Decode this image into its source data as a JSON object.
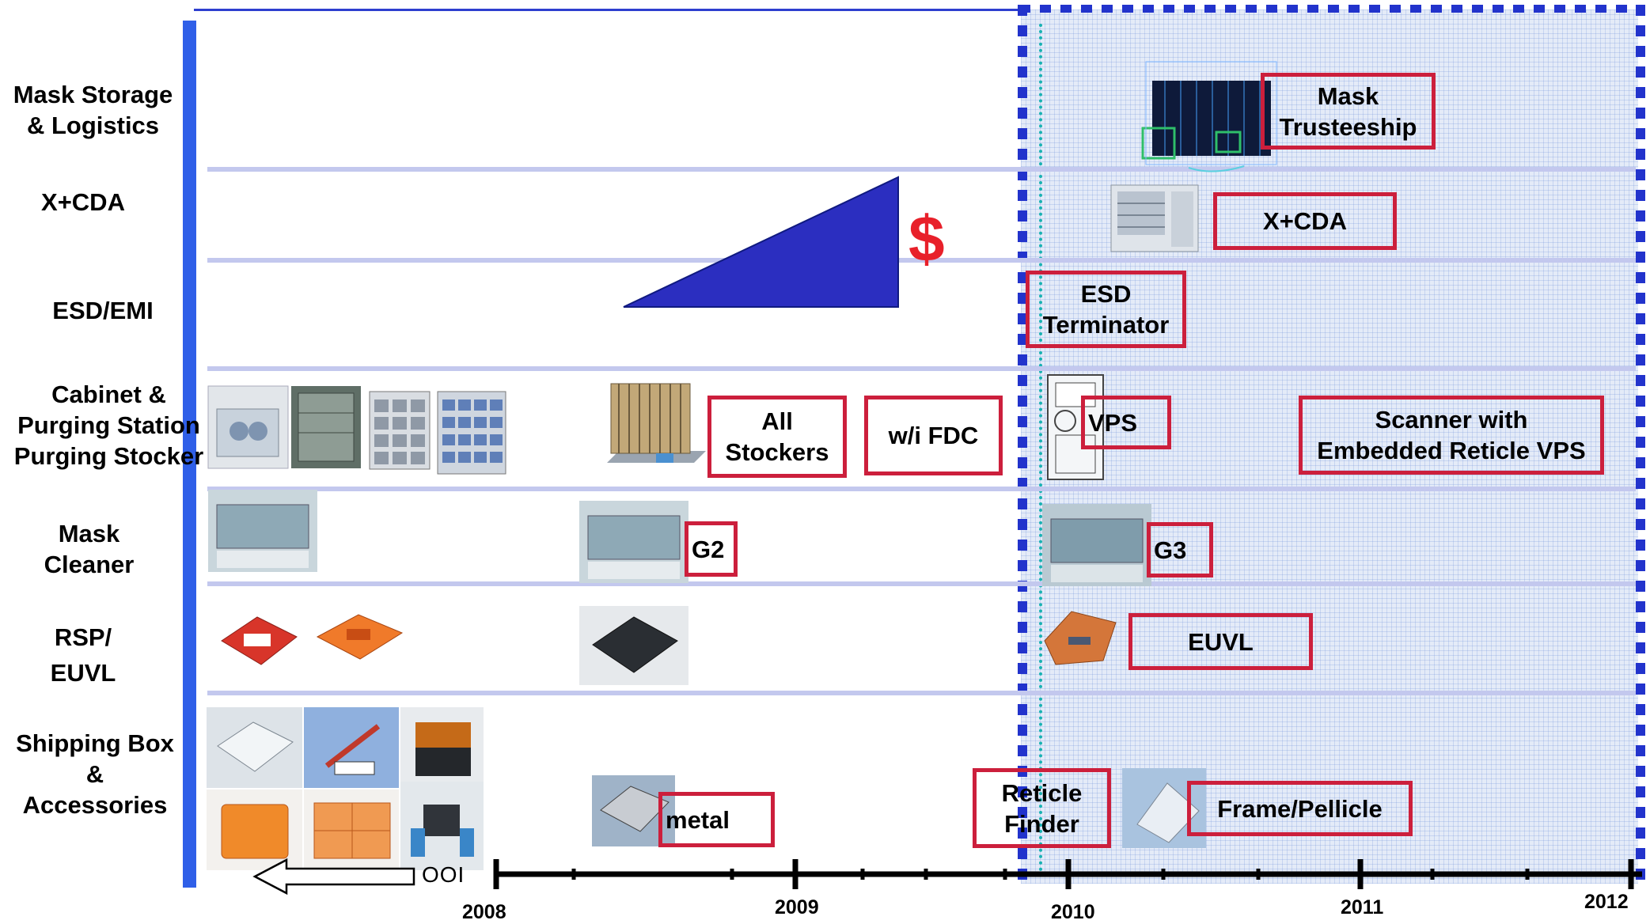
{
  "categories": [
    "Mask Storage\n& Logistics",
    "X+CDA",
    "ESD/EMI",
    "Cabinet &\nPurging Station\nPurging Stocker",
    "Mask\nCleaner",
    "RSP/\nEUVL",
    "Shipping Box\n&\nAccessories"
  ],
  "boxes": {
    "mask_trusteeship": "Mask\nTrusteeship",
    "xcda": "X+CDA",
    "esd_terminator": "ESD\nTerminator",
    "all_stockers": "All\nStockers",
    "wi_fdc": "w/i FDC",
    "vps": "VPS",
    "scanner": "Scanner with\nEmbedded Reticle VPS",
    "g2": "G2",
    "g3": "G3",
    "euvl": "EUVL",
    "metal": "metal",
    "reticle_finder": "Reticle\nFinder",
    "frame_pellicle": "Frame/Pellicle"
  },
  "cost_symbol": "$",
  "arrow_label": "OOI",
  "years": [
    "2008",
    "2009",
    "2010",
    "2011",
    "2012"
  ],
  "colors": {
    "box_border": "#cc1f3c",
    "triangle": "#2b2ec0",
    "dollar": "#e8202a",
    "axis_bar": "#2f5fe8",
    "separator": "#c3c8ee",
    "future_dash": "#2233cc"
  }
}
